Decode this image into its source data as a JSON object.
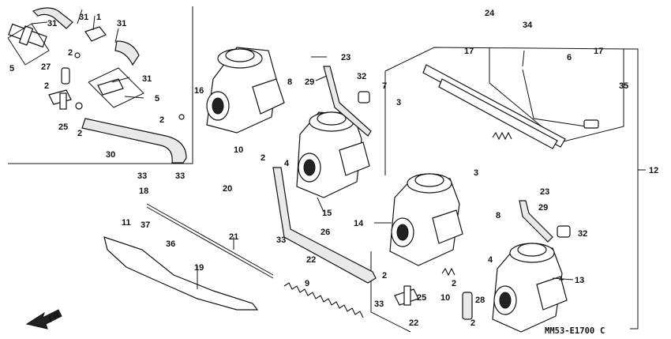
{
  "diagram_code": "MM53-E1700",
  "diagram_suffix": "C",
  "direction_label": "FR.",
  "callouts": [
    "1",
    "2",
    "3",
    "4",
    "5",
    "6",
    "7",
    "8",
    "9",
    "10",
    "11",
    "12",
    "13",
    "14",
    "15",
    "16",
    "17",
    "18",
    "19",
    "20",
    "21",
    "22",
    "23",
    "24",
    "25",
    "26",
    "27",
    "28",
    "29",
    "30",
    "31",
    "32",
    "33",
    "34",
    "35",
    "36",
    "37"
  ],
  "colors": {
    "ink": "#111111",
    "paper": "#ffffff"
  }
}
